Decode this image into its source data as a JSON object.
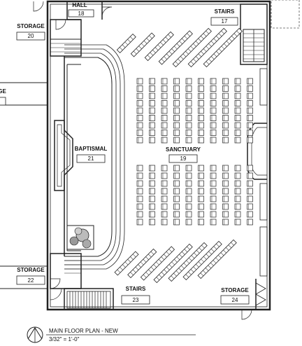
{
  "rooms": {
    "hall": {
      "name": "HALL",
      "number": "18"
    },
    "stairs_ne": {
      "name": "STAIRS",
      "number": "17"
    },
    "storage_nw": {
      "name": "STORAGE",
      "number": "20"
    },
    "left_cut": {
      "name": "GE"
    },
    "baptismal": {
      "name": "BAPTISMAL",
      "number": "21"
    },
    "sanctuary": {
      "name": "SANCTUARY",
      "number": "19"
    },
    "storage_sw": {
      "name": "STORAGE",
      "number": "22"
    },
    "stairs_s": {
      "name": "STAIRS",
      "number": "23"
    },
    "storage_se": {
      "name": "STORAGE",
      "number": "24"
    }
  },
  "title_block": {
    "title": "MAIN FLOOR PLAN - NEW",
    "scale": "3/32\" = 1'-0\""
  },
  "seating": {
    "top_diagonal_rows": 7,
    "bottom_diagonal_rows": 7,
    "pew_columns": 10,
    "pew_rows_upper": 9,
    "pew_rows_lower": 8
  }
}
